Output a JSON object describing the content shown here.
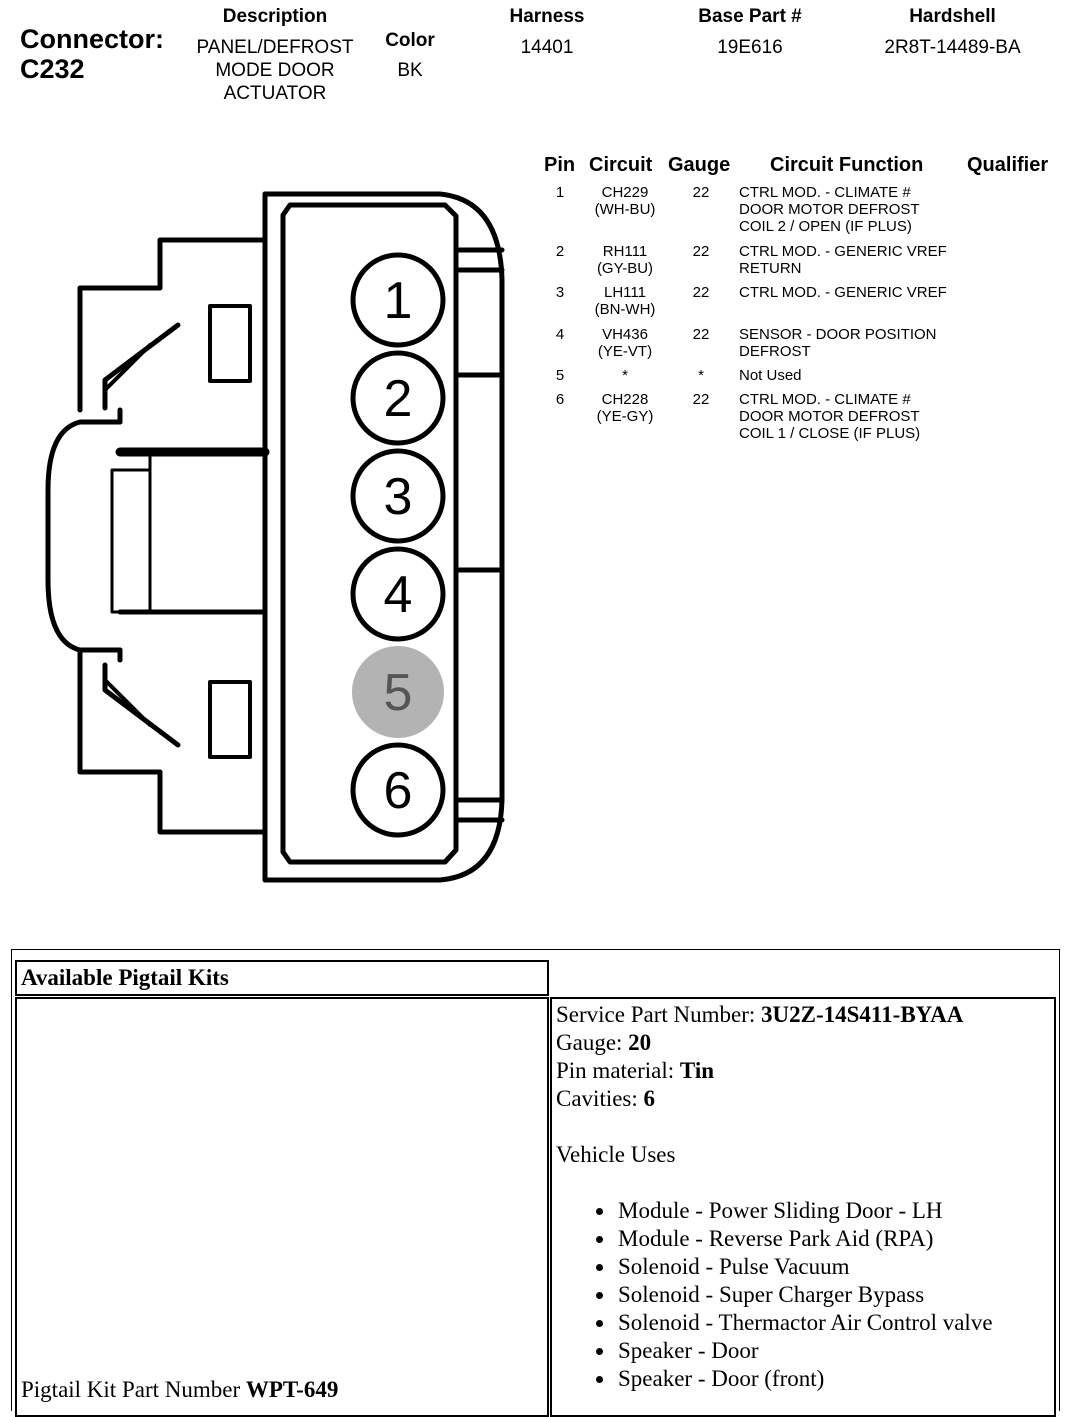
{
  "connector": {
    "label": "Connector:",
    "id": "C232"
  },
  "header": {
    "description": {
      "label": "Description",
      "lines": [
        "PANEL/DEFROST",
        "MODE DOOR",
        "ACTUATOR"
      ]
    },
    "color": {
      "label": "Color",
      "value": "BK"
    },
    "harness": {
      "label": "Harness",
      "value": "14401"
    },
    "base_part": {
      "label": "Base Part #",
      "value": "19E616"
    },
    "hardshell": {
      "label": "Hardshell",
      "value": "2R8T-14489-BA"
    }
  },
  "pin_table": {
    "headers": [
      "Pin",
      "Circuit",
      "Gauge",
      "Circuit Function",
      "Qualifier"
    ],
    "rows": [
      {
        "pin": "1",
        "circuit": [
          "CH229",
          "(WH-BU)"
        ],
        "gauge": "22",
        "function": [
          "CTRL MOD. - CLIMATE #",
          "DOOR MOTOR DEFROST",
          "COIL 2 / OPEN (IF PLUS)"
        ]
      },
      {
        "pin": "2",
        "circuit": [
          "RH111",
          "(GY-BU)"
        ],
        "gauge": "22",
        "function": [
          "CTRL MOD. - GENERIC VREF",
          "RETURN"
        ]
      },
      {
        "pin": "3",
        "circuit": [
          "LH111",
          "(BN-WH)"
        ],
        "gauge": "22",
        "function": [
          "CTRL MOD. - GENERIC VREF"
        ]
      },
      {
        "pin": "4",
        "circuit": [
          "VH436",
          "(YE-VT)"
        ],
        "gauge": "22",
        "function": [
          "SENSOR - DOOR POSITION",
          "DEFROST"
        ]
      },
      {
        "pin": "5",
        "circuit": [
          "*"
        ],
        "gauge": "*",
        "function": [
          "Not Used"
        ]
      },
      {
        "pin": "6",
        "circuit": [
          "CH228",
          "(YE-GY)"
        ],
        "gauge": "22",
        "function": [
          "CTRL MOD. - CLIMATE #",
          "DOOR MOTOR DEFROST",
          "COIL 1 / CLOSE (IF PLUS)"
        ]
      }
    ]
  },
  "diagram": {
    "pins": [
      "1",
      "2",
      "3",
      "4",
      "5",
      "6"
    ],
    "unused_pin": "5",
    "unused_fill": "#b3b3b3"
  },
  "pigtail": {
    "title": "Available Pigtail Kits",
    "service_part_label": "Service Part Number: ",
    "service_part_value": "3U2Z-14S411-BYAA",
    "gauge_label": "Gauge: ",
    "gauge_value": "20",
    "pin_material_label": "Pin material: ",
    "pin_material_value": "Tin",
    "cavities_label": "Cavities: ",
    "cavities_value": "6",
    "vehicle_uses_label": "Vehicle Uses",
    "uses": [
      "Module - Power Sliding Door - LH",
      "Module - Reverse Park Aid (RPA)",
      "Solenoid - Pulse Vacuum",
      "Solenoid - Super Charger Bypass",
      "Solenoid - Thermactor Air Control valve",
      "Speaker - Door",
      "Speaker - Door (front)"
    ],
    "kit_part_label": "Pigtail Kit Part Number ",
    "kit_part_value": "WPT-649"
  }
}
